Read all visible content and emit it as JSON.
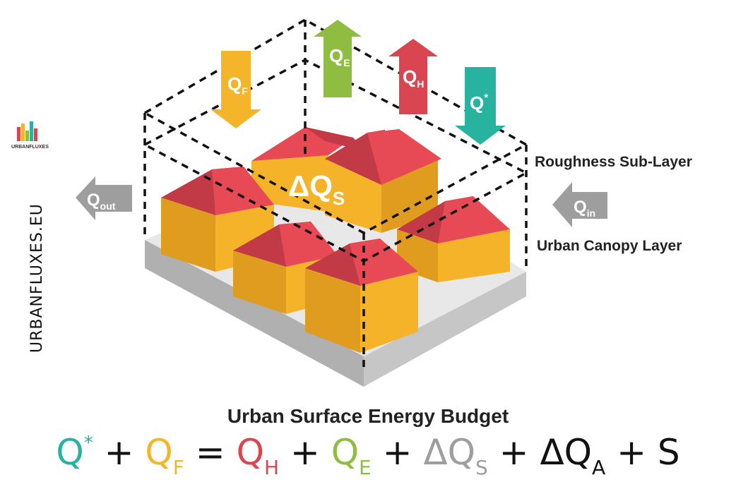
{
  "brand": {
    "logo_text": "URBANFLUXES",
    "site_url": "URBANFLUXES.EU"
  },
  "layers": {
    "upper": "Roughness Sub-Layer",
    "lower": "Urban Canopy Layer"
  },
  "fluxes": {
    "q_f": {
      "main": "Q",
      "sub": "F"
    },
    "q_e": {
      "main": "Q",
      "sub": "E"
    },
    "q_h": {
      "main": "Q",
      "sub": "H"
    },
    "q_star": {
      "main": "Q",
      "sup": "*"
    },
    "q_out": {
      "main": "Q",
      "sub": "out"
    },
    "q_in": {
      "main": "Q",
      "sub": "in"
    },
    "delta_q_s": {
      "main": "ΔQ",
      "sub": "S"
    }
  },
  "title": "Urban Surface Energy Budget",
  "equation": {
    "t1_main": "Q",
    "t1_sup": "*",
    "op1": " + ",
    "t2_main": "Q",
    "t2_sub": "F",
    "op2": " = ",
    "t3_main": "Q",
    "t3_sub": "H",
    "op3": " + ",
    "t4_main": "Q",
    "t4_sub": "E",
    "op4": " + ",
    "t5_main": "ΔQ",
    "t5_sub": "S",
    "op5": " + ",
    "t6_main": "ΔQ",
    "t6_sub": "A",
    "op6": " + ",
    "t7_main": "S"
  },
  "colors": {
    "q_star": "#27b3a0",
    "q_f": "#f5b52a",
    "q_h": "#d94550",
    "q_e": "#8fbd42",
    "grey": "#9e9e9e",
    "roof": "#e84a55",
    "roof_dark": "#c23a45",
    "wall": "#f5b32a",
    "wall_dark": "#e09c1f",
    "ground_top": "#e8e8e8",
    "ground_side": "#b5b5b5"
  }
}
